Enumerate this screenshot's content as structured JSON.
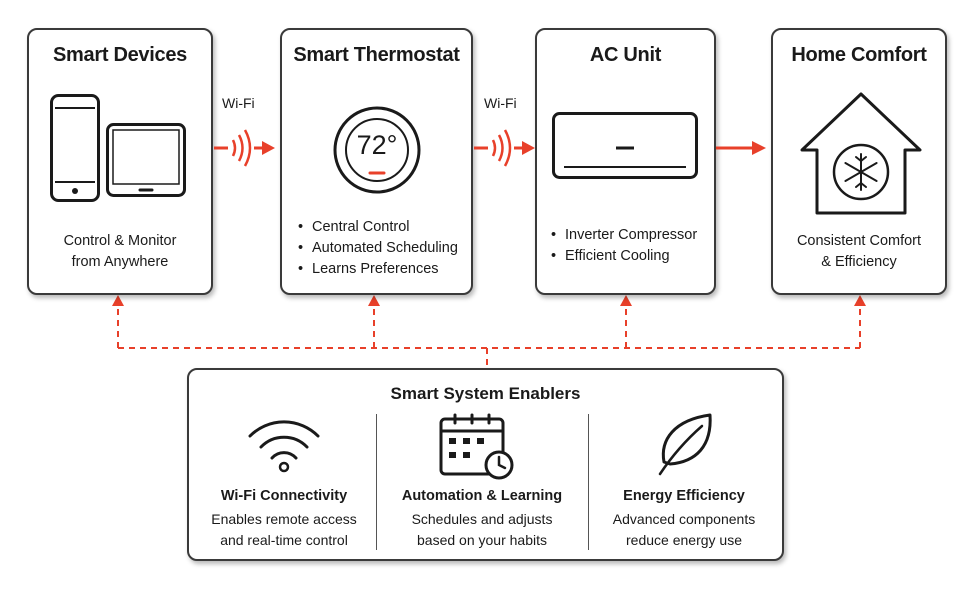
{
  "cards": {
    "devices": {
      "title": "Smart Devices",
      "desc": [
        "Control & Monitor",
        "from Anywhere"
      ]
    },
    "thermostat": {
      "title": "Smart Thermostat",
      "temp": "72°",
      "bullets": [
        "Central Control",
        "Automated Scheduling",
        "Learns Preferences"
      ]
    },
    "ac": {
      "title": "AC Unit",
      "bullets": [
        "Inverter Compressor",
        "Efficient Cooling"
      ]
    },
    "comfort": {
      "title": "Home Comfort",
      "desc": [
        "Consistent Comfort",
        "& Efficiency"
      ]
    }
  },
  "connections": {
    "wifi_label_1": "Wi-Fi",
    "wifi_label_2": "Wi-Fi"
  },
  "enablers": {
    "title": "Smart System Enablers",
    "items": [
      {
        "icon": "wifi-icon",
        "name": "Wi-Fi Connectivity",
        "desc": [
          "Enables remote access",
          "and real-time control"
        ]
      },
      {
        "icon": "calendar-clock-icon",
        "name": "Automation & Learning",
        "desc": [
          "Schedules and adjusts",
          "based on your habits"
        ]
      },
      {
        "icon": "leaf-icon",
        "name": "Energy Efficiency",
        "desc": [
          "Advanced components",
          "reduce energy use"
        ]
      }
    ]
  },
  "colors": {
    "accent": "#e8402a",
    "border": "#3a3a3a",
    "text": "#1a1a1a"
  }
}
